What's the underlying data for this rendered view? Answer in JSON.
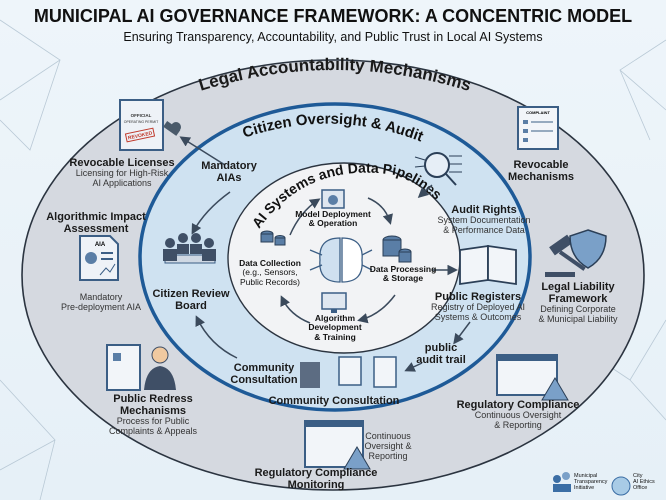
{
  "title": "MUNICIPAL AI GOVERNANCE FRAMEWORK: A CONCENTRIC MODEL",
  "subtitle": "Ensuring Transparency, Accountability, and Public Trust in Local AI Systems",
  "colors": {
    "outer_ring": "#d5d9e0",
    "middle_ring": "#cfe2f1",
    "middle_border": "#1e5a97",
    "inner": "#f2f3f5",
    "icon": "#3b5e85"
  },
  "rings": {
    "outer": "Legal Accountability Mechanisms",
    "middle": "Citizen Oversight & Audit",
    "inner": "AI Systems and Data Pipelines"
  },
  "inner_nodes": {
    "deploy": [
      "Model Deployment",
      "& Operation"
    ],
    "processing": [
      "Data Processing",
      "& Storage"
    ],
    "algorithm": [
      "Algorithm",
      "Development",
      "& Training"
    ],
    "collection": [
      "Data Collection",
      "(e.g., Sensors,",
      "Public Records)"
    ]
  },
  "middle_nodes": {
    "mandatory_aias": [
      "Mandatory",
      "AIAs"
    ],
    "citizen_review": [
      "Citizen Review",
      "Board"
    ],
    "audit_rights": {
      "title": "Audit Rights",
      "sub": [
        "System Documentation",
        "& Performance Data"
      ]
    },
    "public_registers": {
      "title": "Public Registers",
      "sub": [
        "Registry of Deployed AI",
        "Systems & Outcomes"
      ]
    },
    "public_audit_trail": [
      "public",
      "audit trail"
    ],
    "community_label": [
      "Community",
      "Consultation"
    ],
    "community_bottom": "Community Consultation"
  },
  "outer_nodes": {
    "revocable_licenses": {
      "title": "Revocable Licenses",
      "sub": [
        "Licensing for High-Risk",
        "AI Applications"
      ],
      "doc_text": [
        "OFFICIAL",
        "OPERATING PERMIT"
      ],
      "stamp": "REVOKED"
    },
    "aia": {
      "title": [
        "Algorithmic Impact",
        "Assessment"
      ],
      "sub": [
        "Mandatory",
        "Pre-deployment AIA"
      ],
      "doc_text": "AIA"
    },
    "public_redress": {
      "title": [
        "Public Redress",
        "Mechanisms"
      ],
      "sub": [
        "Process for Public",
        "Complaints & Appeals"
      ]
    },
    "revocable_mechanisms": {
      "title": [
        "Revocable",
        "Mechanisms"
      ],
      "doc_text": "COMPLAINT"
    },
    "legal_liability": {
      "title": [
        "Legal Liability",
        "Framework"
      ],
      "sub": [
        "Defining Corporate",
        "& Municipal Liability"
      ]
    },
    "regulatory_compliance": {
      "title": "Regulatory Compliance",
      "sub": [
        "Continuous Oversight",
        "& Reporting"
      ]
    },
    "monitoring": {
      "title": [
        "Regulatory Compliance",
        "Monitoring"
      ],
      "sub": [
        "Continuous",
        "Oversight &",
        "Reporting"
      ]
    }
  },
  "logos": [
    {
      "name": [
        "Municipal",
        "Transparency",
        "Initiative"
      ]
    },
    {
      "name": [
        "City",
        "AI Ethics",
        "Office"
      ]
    }
  ]
}
